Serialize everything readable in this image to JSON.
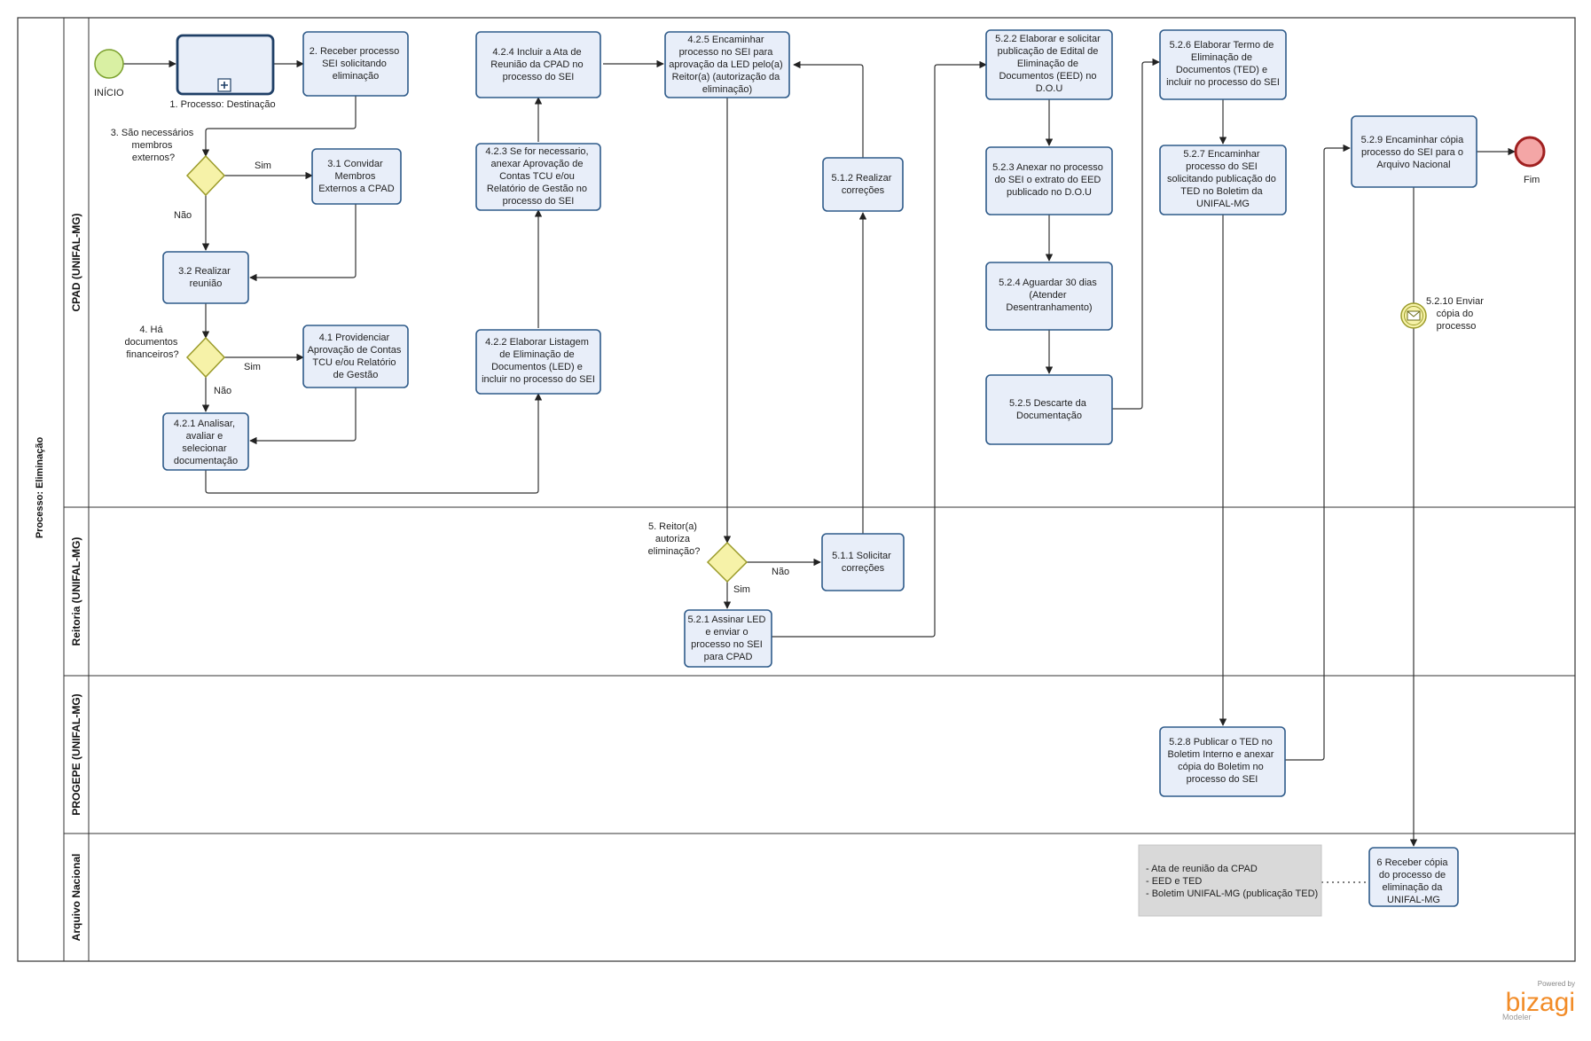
{
  "pool": {
    "title": "Processo:  Eliminação"
  },
  "lanes": [
    {
      "id": "cpad",
      "title": "CPAD (UNIFAL-MG)"
    },
    {
      "id": "reitoria",
      "title": "Reitoria (UNIFAL-MG)"
    },
    {
      "id": "progepe",
      "title": "PROGEPE (UNIFAL-MG)"
    },
    {
      "id": "arquivo",
      "title": "Arquivo Nacional"
    }
  ],
  "events": {
    "start": "INÍCIO",
    "end": "Fim",
    "send": [
      "5.2.10 Enviar",
      "cópia do",
      "processo"
    ]
  },
  "subprocess": {
    "label": "1. Processo: Destinação"
  },
  "tasks": {
    "t2": [
      "2. Receber processo",
      "SEI solicitando",
      "eliminação"
    ],
    "t31": [
      "3.1 Convidar",
      "Membros",
      "Externos a CPAD"
    ],
    "t32": [
      "3.2 Realizar",
      "reunião"
    ],
    "t41": [
      "4.1 Providenciar",
      "Aprovação de Contas",
      "TCU  e/ou Relatório",
      "de Gestão"
    ],
    "t421": [
      "4.2.1 Analisar,",
      "avaliar e",
      "selecionar",
      "documentação"
    ],
    "t422": [
      "4.2.2 Elaborar Listagem",
      "de Eliminação de",
      "Documentos (LED) e",
      "incluir no processo do SEI"
    ],
    "t423": [
      "4.2.3 Se for necessario,",
      "anexar Aprovação de",
      "Contas TCU e/ou",
      "Relatório de Gestão no",
      "processo do SEI"
    ],
    "t424": [
      "4.2.4  Incluir a Ata de",
      "Reunião da CPAD no",
      "processo do SEI"
    ],
    "t425": [
      "4.2.5 Encaminhar",
      "processo no SEI para",
      "aprovação da LED pelo(a)",
      "Reitor(a) (autorização da",
      "eliminação)"
    ],
    "t512": [
      "5.1.2 Realizar",
      "correções"
    ],
    "t511": [
      "5.1.1 Solicitar",
      "correções"
    ],
    "t521": [
      "5.2.1 Assinar LED",
      "e enviar o",
      "processo no SEI",
      "para CPAD"
    ],
    "t522": [
      "5.2.2 Elaborar e solicitar",
      "publicação de Edital de",
      "Eliminação   de",
      "Documentos (EED) no",
      "D.O.U"
    ],
    "t523": [
      "5.2.3 Anexar no processo",
      "do SEI o extrato do EED",
      "publicado no D.O.U"
    ],
    "t524": [
      "5.2.4 Aguardar 30 dias",
      "(Atender",
      "Desentranhamento)"
    ],
    "t525": [
      "5.2.5 Descarte da",
      "Documentação"
    ],
    "t526": [
      "5.2.6 Elaborar Termo de",
      "Eliminação de",
      "Documentos (TED) e",
      "incluir no processo do SEI"
    ],
    "t527": [
      "5.2.7 Encaminhar",
      "processo do SEI",
      "solicitando publicação do",
      "TED no Boletim da",
      "UNIFAL-MG"
    ],
    "t528": [
      "5.2.8 Publicar o TED no",
      "Boletim Interno e anexar",
      "cópia do Boletim no",
      "processo do SEI"
    ],
    "t529": [
      "5.2.9 Encaminhar cópia",
      "processo do SEI para o",
      "Arquivo Nacional"
    ],
    "t6": [
      "6 Receber cópia",
      "do processo de",
      "eliminação da",
      "UNIFAL-MG"
    ]
  },
  "gateways": {
    "g3": [
      "3. São necessários",
      "membros",
      "externos?"
    ],
    "g4": [
      "4. Há",
      "documentos",
      "financeiros?"
    ],
    "g5": [
      "5. Reitor(a)",
      "autoriza",
      "eliminação?"
    ]
  },
  "flow_labels": {
    "yes": "Sim",
    "no": "Não"
  },
  "annotation": [
    "- Ata de reunião da CPAD",
    "- EED e TED",
    "- Boletim UNIFAL-MG (publicação TED)"
  ],
  "branding": {
    "powered": "Powered by",
    "name": "bizagi",
    "product": "Modeler"
  },
  "colors": {
    "task_fill": "#e8eef9",
    "task_stroke": "#2f5b8a",
    "gateway_fill": "#f6f2a8",
    "start_fill": "#d9f0a3",
    "end_fill": "#f4a6a6",
    "annotation_fill": "#d9d9d9",
    "brand": "#f28c28"
  }
}
